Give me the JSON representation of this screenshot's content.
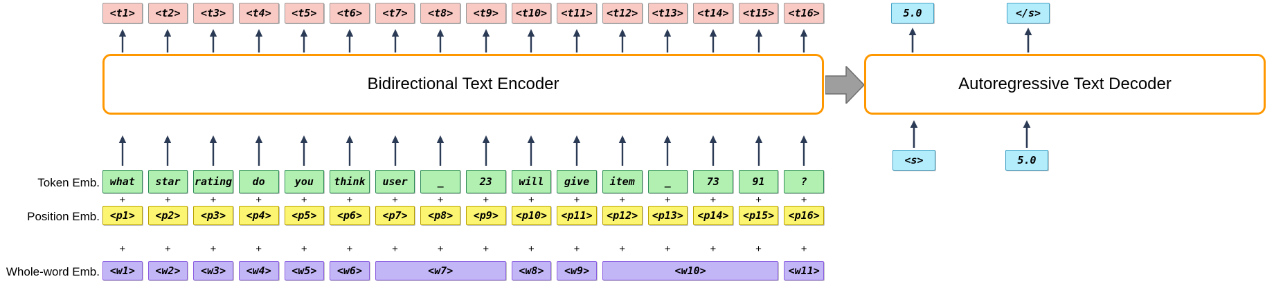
{
  "diagram": {
    "title": "Bidirectional Text Encoder / Autoregressive Text Decoder architecture",
    "colors": {
      "token_box": "#f9c9c4",
      "embedding_box": "#b2f0b2",
      "position_box": "#fbf571",
      "wholeword_box": "#c3b6f7",
      "decoder_box": "#b3ecfb",
      "module_border": "#ff9800",
      "arrow": "#2b3a55",
      "block_arrow": "#9a9a9a"
    },
    "plus_symbol": "+"
  },
  "encoder": {
    "label": "Bidirectional Text Encoder"
  },
  "decoder": {
    "label": "Autoregressive Text Decoder",
    "outputs": [
      {
        "label": "5.0"
      },
      {
        "label": "</s>"
      }
    ],
    "inputs": [
      {
        "label": "<s>"
      },
      {
        "label": "5.0"
      }
    ]
  },
  "rows": {
    "token_outputs": {
      "items": [
        {
          "label": "<t1>"
        },
        {
          "label": "<t2>"
        },
        {
          "label": "<t3>"
        },
        {
          "label": "<t4>"
        },
        {
          "label": "<t5>"
        },
        {
          "label": "<t6>"
        },
        {
          "label": "<t7>"
        },
        {
          "label": "<t8>"
        },
        {
          "label": "<t9>"
        },
        {
          "label": "<t10>"
        },
        {
          "label": "<t11>"
        },
        {
          "label": "<t12>"
        },
        {
          "label": "<t13>"
        },
        {
          "label": "<t14>"
        },
        {
          "label": "<t15>"
        },
        {
          "label": "<t16>"
        }
      ]
    },
    "token_emb": {
      "label": "Token Emb.",
      "items": [
        {
          "label": "what"
        },
        {
          "label": "star"
        },
        {
          "label": "rating"
        },
        {
          "label": "do"
        },
        {
          "label": "you"
        },
        {
          "label": "think"
        },
        {
          "label": "user"
        },
        {
          "label": "_"
        },
        {
          "label": "23"
        },
        {
          "label": "will"
        },
        {
          "label": "give"
        },
        {
          "label": "item"
        },
        {
          "label": "_"
        },
        {
          "label": "73"
        },
        {
          "label": "91"
        },
        {
          "label": "?"
        }
      ]
    },
    "position_emb": {
      "label": "Position Emb.",
      "items": [
        {
          "label": "<p1>"
        },
        {
          "label": "<p2>"
        },
        {
          "label": "<p3>"
        },
        {
          "label": "<p4>"
        },
        {
          "label": "<p5>"
        },
        {
          "label": "<p6>"
        },
        {
          "label": "<p7>"
        },
        {
          "label": "<p8>"
        },
        {
          "label": "<p9>"
        },
        {
          "label": "<p10>"
        },
        {
          "label": "<p11>"
        },
        {
          "label": "<p12>"
        },
        {
          "label": "<p13>"
        },
        {
          "label": "<p14>"
        },
        {
          "label": "<p15>"
        },
        {
          "label": "<p16>"
        }
      ]
    },
    "wholeword_emb": {
      "label": "Whole-word Emb.",
      "items": [
        {
          "label": "<w1>",
          "start": 1,
          "span": 1
        },
        {
          "label": "<w2>",
          "start": 2,
          "span": 1
        },
        {
          "label": "<w3>",
          "start": 3,
          "span": 1
        },
        {
          "label": "<w4>",
          "start": 4,
          "span": 1
        },
        {
          "label": "<w5>",
          "start": 5,
          "span": 1
        },
        {
          "label": "<w6>",
          "start": 6,
          "span": 1
        },
        {
          "label": "<w7>",
          "start": 7,
          "span": 3
        },
        {
          "label": "<w8>",
          "start": 10,
          "span": 1
        },
        {
          "label": "<w9>",
          "start": 11,
          "span": 1
        },
        {
          "label": "<w10>",
          "start": 12,
          "span": 4
        },
        {
          "label": "<w11>",
          "start": 16,
          "span": 1
        }
      ]
    }
  }
}
